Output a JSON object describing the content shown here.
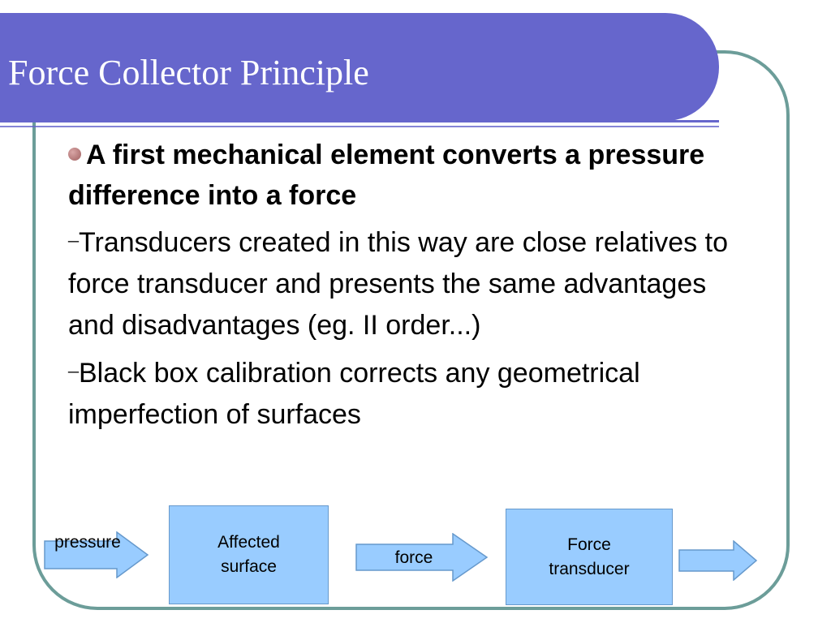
{
  "slide": {
    "title": "Force Collector Principle",
    "main_bullet": "A first mechanical element converts a pressure difference into a force",
    "sub_bullets": [
      "Transducers created in this way are close relatives to force transducer and presents the same advantages and disadvantages (eg. II order...)",
      "Black box calibration corrects any geometrical imperfection of surfaces"
    ],
    "dash_symbol": "–"
  },
  "diagram": {
    "arrow_pressure": "pressure",
    "box_affected": "Affected surface",
    "arrow_force": "force",
    "box_transducer": "Force transducer"
  },
  "colors": {
    "title_bar": "#6666cc",
    "frame": "#6c9d99",
    "box_fill": "#99ccff",
    "bullet": "#b07070"
  }
}
